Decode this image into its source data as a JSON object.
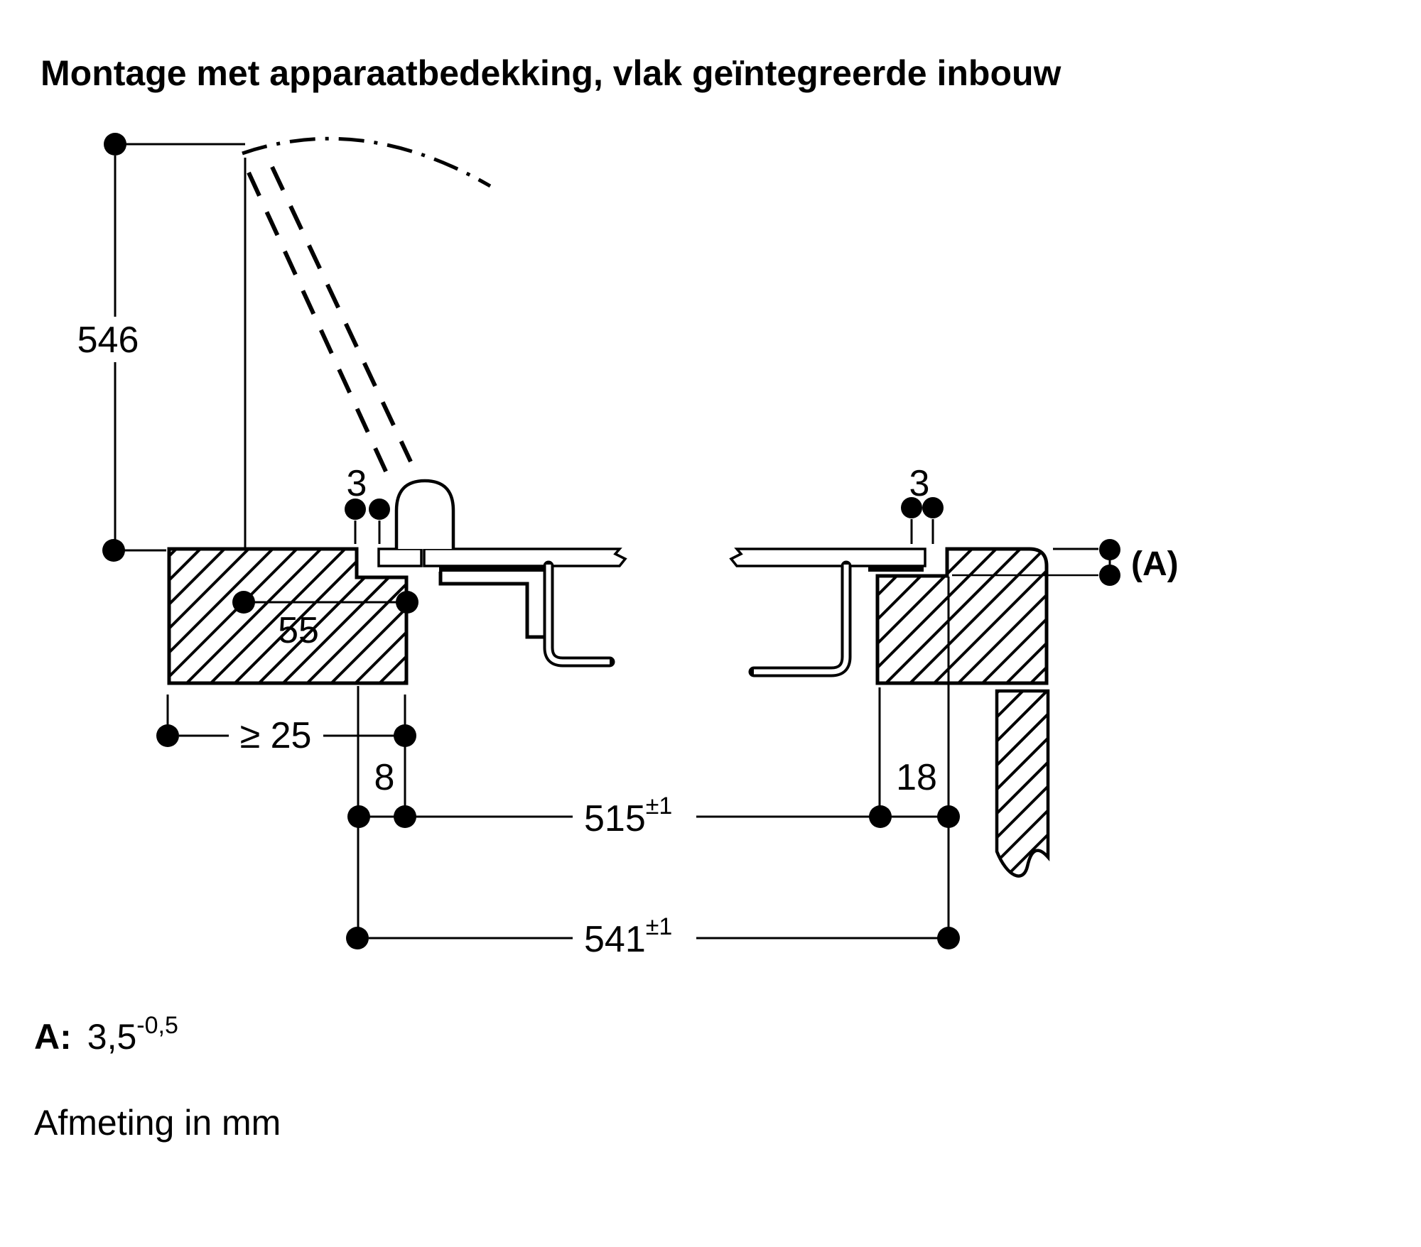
{
  "title": "Montage met apparaatbedekking, vlak geïntegreerde inbouw",
  "dimensions": {
    "height_546": "546",
    "gap_left_3": "3",
    "gap_right_3": "3",
    "depth_55": "55",
    "min_clearance_25": "≥ 25",
    "offset_8": "8",
    "cutout_width_515": "515",
    "cutout_width_515_tolerance": "±1",
    "offset_18": "18",
    "overall_width_541": "541",
    "overall_width_541_tolerance": "±1",
    "label_a": "(A)"
  },
  "notes": {
    "a_key": "A:",
    "a_value": "3,5",
    "a_tolerance": "-0,5",
    "units": "Afmeting in mm"
  },
  "colors": {
    "ink": "#000000",
    "background": "#ffffff"
  }
}
